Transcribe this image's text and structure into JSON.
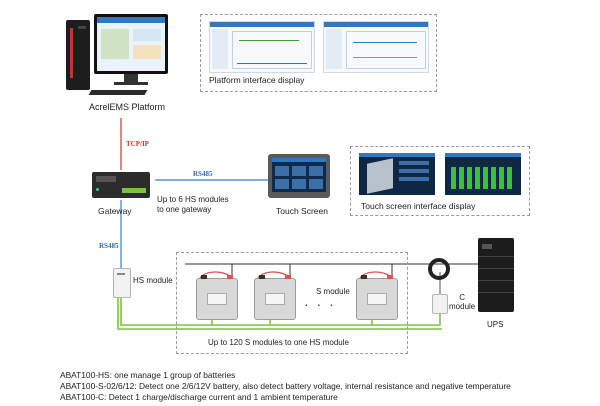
{
  "platform": {
    "name": "AcrelEMS Platform",
    "interface_label": "Platform interface display"
  },
  "links": {
    "tcpip": "TCP/IP",
    "rs485_gateway_touch": "RS485",
    "rs485_gateway_hs": "RS485"
  },
  "gateway": {
    "label": "Gateway",
    "capacity_note": "Up to 6 HS modules\nto one gateway"
  },
  "touch_screen": {
    "label": "Touch Screen",
    "interface_label": "Touch screen interface display"
  },
  "battery_chain": {
    "hs_label": "HS module",
    "s_label": "S module",
    "c_label": "C\nmodule",
    "ups_label": "UPS",
    "capacity_note": "Up to 120 S modules to one HS module"
  },
  "footnotes": [
    "ABAT100-HS: one manage 1 group of batteries",
    "ABAT100-S-02/6/12: Detect one 2/6/12V battery, also detect battery voltage, internal resistance and negative temperature",
    "ABAT100-C: Detect 1 charge/discharge current and 1 ambient temperature"
  ],
  "colors": {
    "tcp_line": "#c0392b",
    "rs485_line": "#3b7fc4",
    "green_line": "#7cc242",
    "battery_red": "#d9534f",
    "ui_header": "#2f78c4"
  }
}
